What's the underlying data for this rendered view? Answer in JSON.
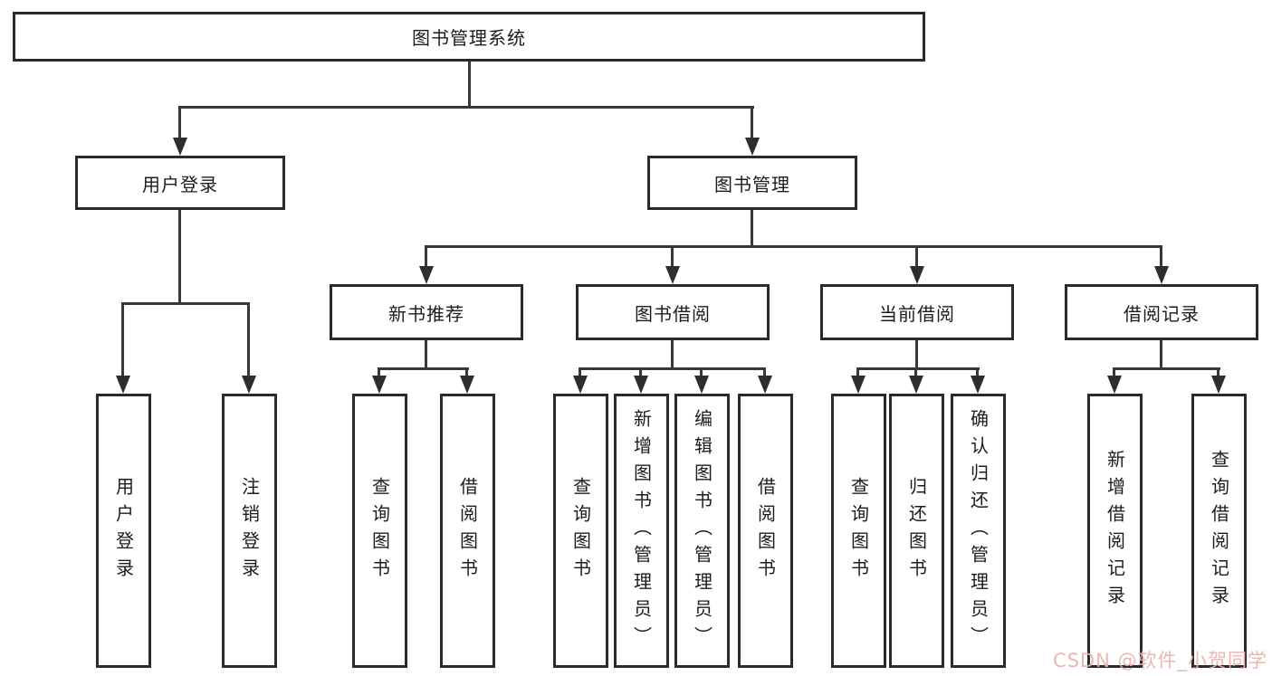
{
  "tree": {
    "root": "图书管理系统",
    "children": [
      {
        "label": "用户登录",
        "children": [
          "用户登录",
          "注销登录"
        ]
      },
      {
        "label": "图书管理",
        "children": [
          {
            "label": "新书推荐",
            "children": [
              "查询图书",
              "借阅图书"
            ]
          },
          {
            "label": "图书借阅",
            "children": [
              "查询图书",
              "新增图书（管理员）",
              "编辑图书（管理员）",
              "借阅图书"
            ]
          },
          {
            "label": "当前借阅",
            "children": [
              "查询图书",
              "归还图书",
              "确认归还（管理员）"
            ]
          },
          {
            "label": "借阅记录",
            "children": [
              "新增借阅记录",
              "查询借阅记录"
            ]
          }
        ]
      }
    ]
  },
  "watermark": {
    "text": "CSDN @软件_小贺同学"
  },
  "colors": {
    "background": "#ffffff",
    "box_border": "#2a2a2a",
    "line": "#383838",
    "text": "#1c1c1c",
    "watermark": "#e9b3ae"
  }
}
